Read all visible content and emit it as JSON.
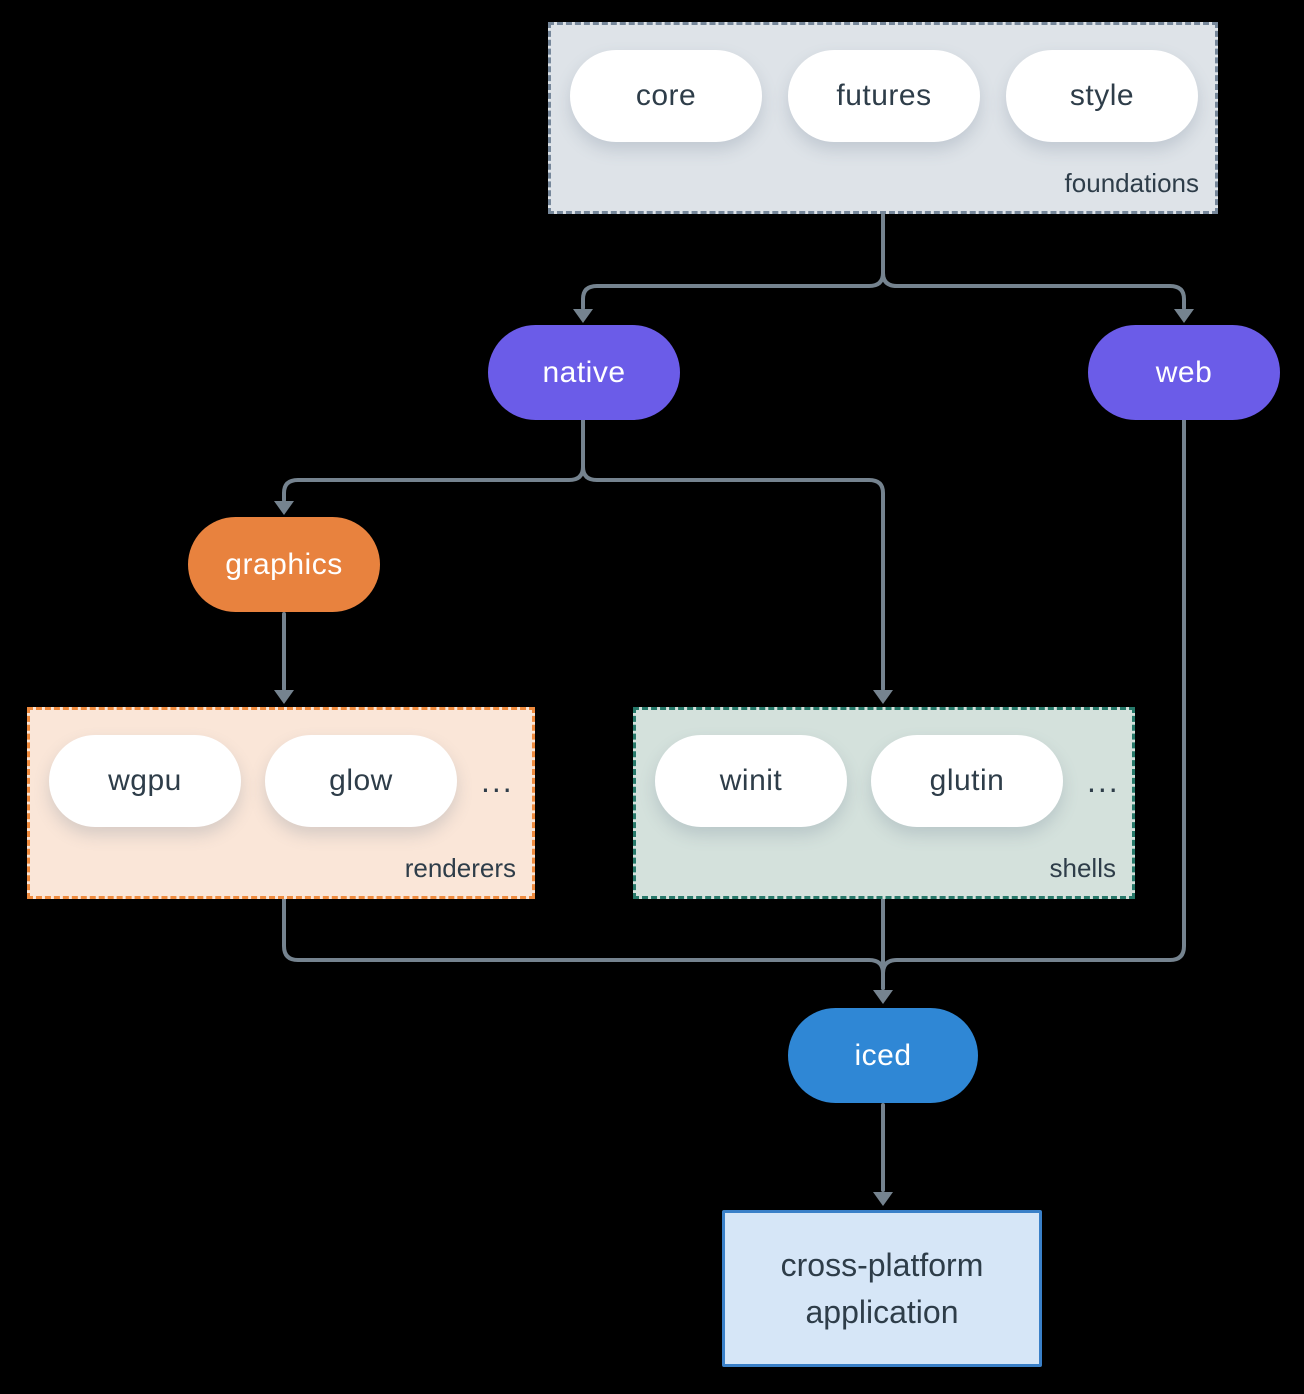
{
  "colors": {
    "background": "#000000",
    "arrow": "#75838f",
    "text_dark": "#2e3d49",
    "pill_white_bg": "#ffffff",
    "purple": "#6b5ce8",
    "orange": "#e8823e",
    "blue": "#2f87d5",
    "foundations_bg": "#dee3e8",
    "foundations_border": "#76879a",
    "renderers_bg": "#fae6d8",
    "renderers_border": "#ef8b3e",
    "shells_bg": "#d4e1dc",
    "shells_border": "#27796a",
    "app_bg": "#d6e6f7",
    "app_border": "#3a80c8"
  },
  "foundations": {
    "label": "foundations",
    "items": [
      "core",
      "futures",
      "style"
    ]
  },
  "nodes": {
    "native": "native",
    "web": "web",
    "graphics": "graphics",
    "iced": "iced"
  },
  "renderers": {
    "label": "renderers",
    "items": [
      "wgpu",
      "glow"
    ],
    "ellipsis": "..."
  },
  "shells": {
    "label": "shells",
    "items": [
      "winit",
      "glutin"
    ],
    "ellipsis": "..."
  },
  "application": {
    "label": "cross-platform application"
  }
}
